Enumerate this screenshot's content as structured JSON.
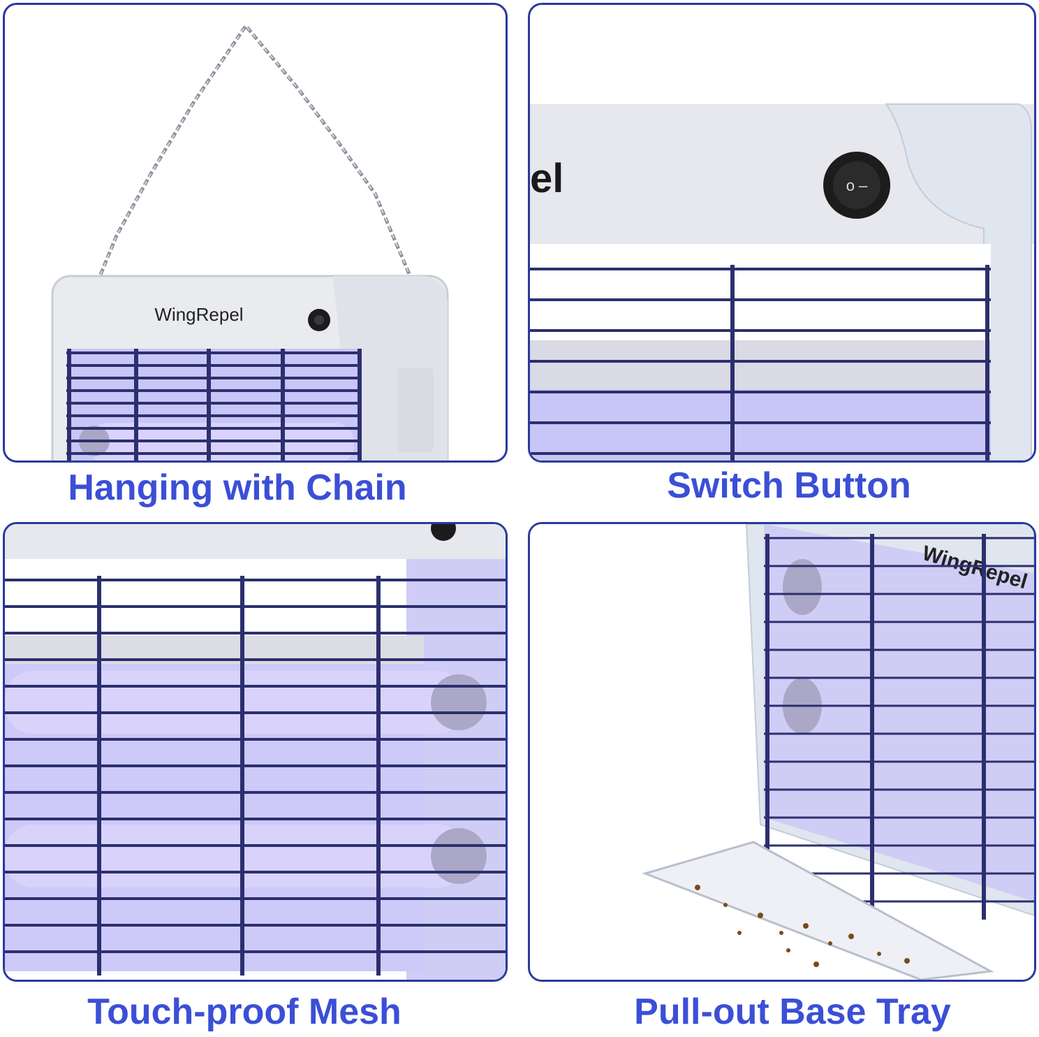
{
  "colors": {
    "caption": "#3b4fd6",
    "panel_border": "#2a3a9a",
    "uv_glow": "#b9b4f5",
    "mesh": "#2c2f6e",
    "housing": "#e9ebef",
    "switch": "#1c1c1c"
  },
  "panels": [
    {
      "caption": "Hanging with Chain",
      "brand": "WingRepel",
      "icon": "bug-zapper-chain-image"
    },
    {
      "caption": "Switch Button",
      "brand_fragment": "el",
      "switch_marks": "o –",
      "icon": "rocker-switch-image"
    },
    {
      "caption": "Touch-proof Mesh",
      "icon": "protective-grid-image"
    },
    {
      "caption": "Pull-out Base Tray",
      "brand": "WingRepel",
      "icon": "collection-tray-image"
    }
  ]
}
